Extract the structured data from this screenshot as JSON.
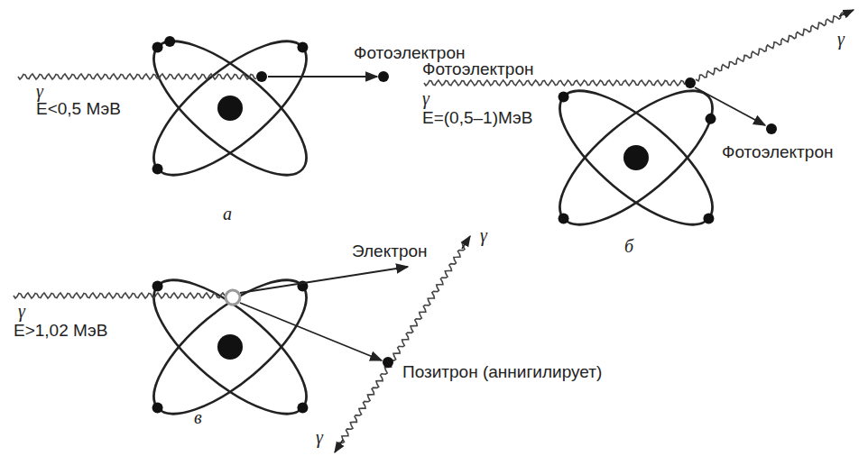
{
  "diagram": {
    "labels": [
      "Фотоэлектрон",
      "γ",
      "E<0,5 МэВ",
      "а",
      "Фотоэлектрон",
      "γ",
      "γ",
      "E=(0,5–1)МэВ",
      "Фотоэлектрон",
      "б",
      "Электрон",
      "γ",
      "γ",
      "E>1,02 МэВ",
      "Позитрон (аннигилирует)",
      "в",
      "γ"
    ]
  }
}
